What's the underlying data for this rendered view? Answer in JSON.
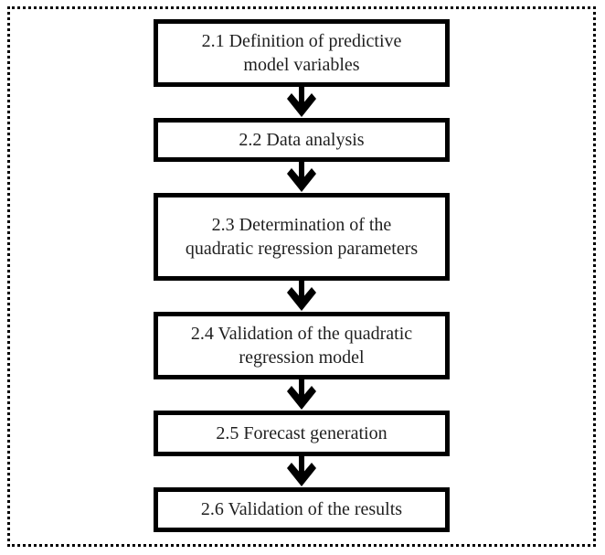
{
  "diagram": {
    "type": "flowchart",
    "direction": "top-to-bottom",
    "steps": [
      {
        "id": "2.1",
        "label": "2.1 Definition of predictive\nmodel variables"
      },
      {
        "id": "2.2",
        "label": "2.2 Data analysis"
      },
      {
        "id": "2.3",
        "label": "2.3 Determination of the\nquadratic regression parameters"
      },
      {
        "id": "2.4",
        "label": "2.4 Validation of the quadratic\nregression model"
      },
      {
        "id": "2.5",
        "label": "2.5 Forecast generation"
      },
      {
        "id": "2.6",
        "label": "2.6 Validation of the results"
      }
    ],
    "icons": {
      "connector": "down-arrow-icon"
    },
    "colors": {
      "box_border": "#000000",
      "frame_border": "#000000",
      "text": "#1f1f1f",
      "background": "#ffffff"
    }
  }
}
